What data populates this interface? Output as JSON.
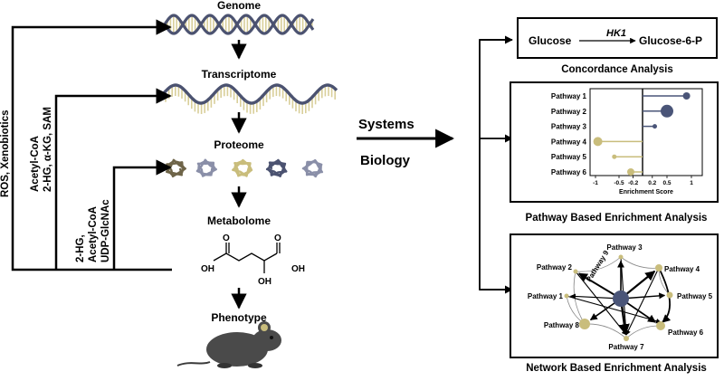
{
  "omics": {
    "genome": "Genome",
    "transcriptome": "Transcriptome",
    "proteome": "Proteome",
    "metabolome": "Metabolome",
    "phenotype": "Phenotype"
  },
  "modifiers": {
    "ros": "ROS, Xenobiotics",
    "acetyl_line1": "Acetyl-CoA",
    "acetyl_line2": "2-HG, α-KG, SAM",
    "hg_line1": "2-HG,",
    "hg_line2": "Acetyl-CoA",
    "hg_line3": "UDP-GlcNAc"
  },
  "molecule": {
    "oh_a": "OH",
    "oh_b": "OH",
    "oh_c": "OH",
    "o_a": "O",
    "o_b": "O"
  },
  "systems": {
    "line1": "Systems",
    "line2": "Biology"
  },
  "concordance": {
    "glucose": "Glucose",
    "enzyme": "HK1",
    "product": "Glucose-6-P",
    "title": "Concordance Analysis"
  },
  "pathway_enrichment": {
    "title": "Pathway Based Enrichment Analysis",
    "chart_data": {
      "type": "lollipop",
      "xlabel": "Enrichment Score",
      "ticks": [
        "-1",
        "-0.5",
        "-0.2",
        "0.2",
        "0.5",
        "1"
      ],
      "categories": [
        "Pathway 1",
        "Pathway 2",
        "Pathway 3",
        "Pathway 4",
        "Pathway 5",
        "Pathway 6"
      ],
      "values": [
        0.9,
        0.5,
        0.25,
        -0.95,
        -0.6,
        -0.25
      ],
      "colors": [
        "#4a5578",
        "#4a5578",
        "#4a5578",
        "#c9bd7c",
        "#c9bd7c",
        "#c9bd7c"
      ]
    }
  },
  "network": {
    "title": "Network Based Enrichment Analysis",
    "center_label": "Pathway 9",
    "nodes": [
      "Pathway 1",
      "Pathway 2",
      "Pathway 3",
      "Pathway 4",
      "Pathway 5",
      "Pathway 6",
      "Pathway 7",
      "Pathway 8"
    ]
  },
  "colors": {
    "dark_node": "#4a5578",
    "light_node": "#c9bd7c",
    "dna_dark": "#4b5270",
    "dna_light": "#d9cf9a"
  }
}
